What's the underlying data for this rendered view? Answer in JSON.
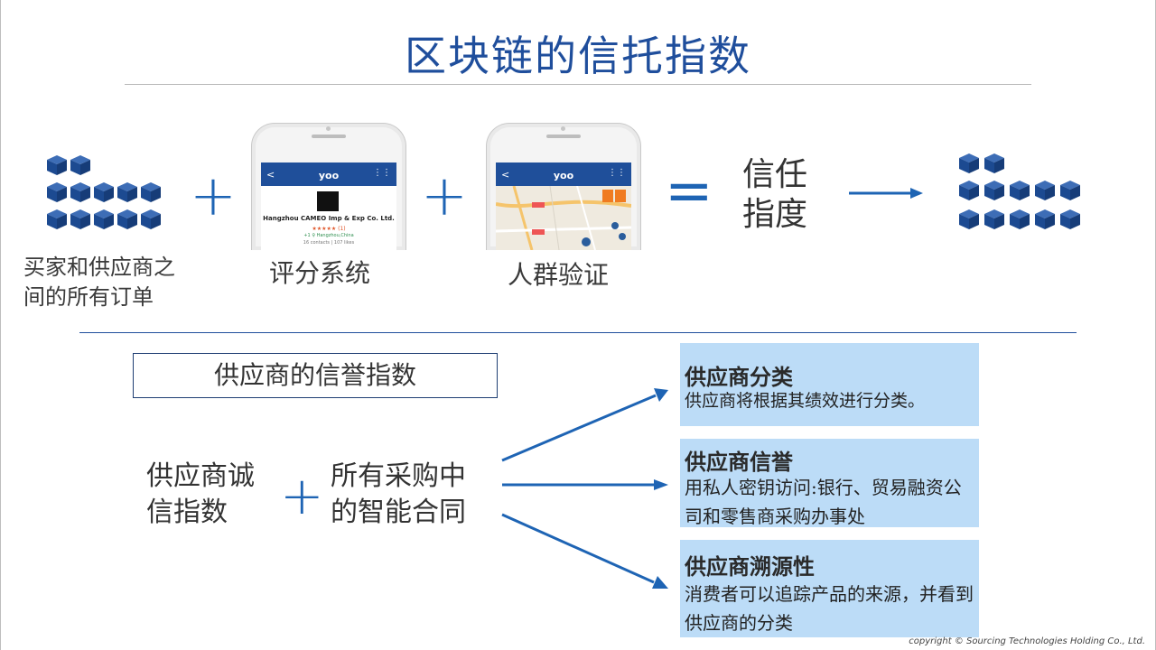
{
  "title": "区块链的信托指数",
  "top_row": {
    "orders_label_line1": "买家和供应商之",
    "orders_label_line2": "间的所有订单",
    "rating_label": "评分系统",
    "crowd_label": "人群验证",
    "trust_line1": "信任",
    "trust_line2": "指度",
    "plus_symbol": "+",
    "equals_symbol": "=",
    "phone1": {
      "app_logo": "yoo",
      "back": "<",
      "company": "Hangzhou CAMEO Imp & Exp Co. Ltd.",
      "stars": "★★★★★ (1)",
      "location": "+1 ♀ Hangzhou,China",
      "contacts": "16 contacts | 107 likes"
    },
    "phone2": {
      "app_logo": "yoo",
      "back": "<"
    }
  },
  "bottom": {
    "score_box": "供应商的信誉指数",
    "left_line1": "供应商诚",
    "left_line2": "信指数",
    "plus_symbol": "+",
    "right_line1": "所有采购中",
    "right_line2": "的智能合同",
    "boxes": [
      {
        "title": "供应商分类",
        "desc": "供应商将根据其绩效进行分类。"
      },
      {
        "title": "供应商信誉",
        "desc": "用私人密钥访问:银行、贸易融资公司和零售商采购办事处"
      },
      {
        "title": "供应商溯源性",
        "desc": "消费者可以追踪产品的来源，并看到供应商的分类"
      }
    ]
  },
  "copyright": "copyright © Sourcing Technologies Holding Co., Ltd.",
  "colors": {
    "accent_blue": "#1e64b4",
    "title_blue": "#1f4e9c",
    "cube_blue": "#1f4f9a",
    "box_bg": "#bcdcf7"
  },
  "icons": [
    "cube-cluster-icon",
    "phone-mockup",
    "arrow-right-icon"
  ]
}
